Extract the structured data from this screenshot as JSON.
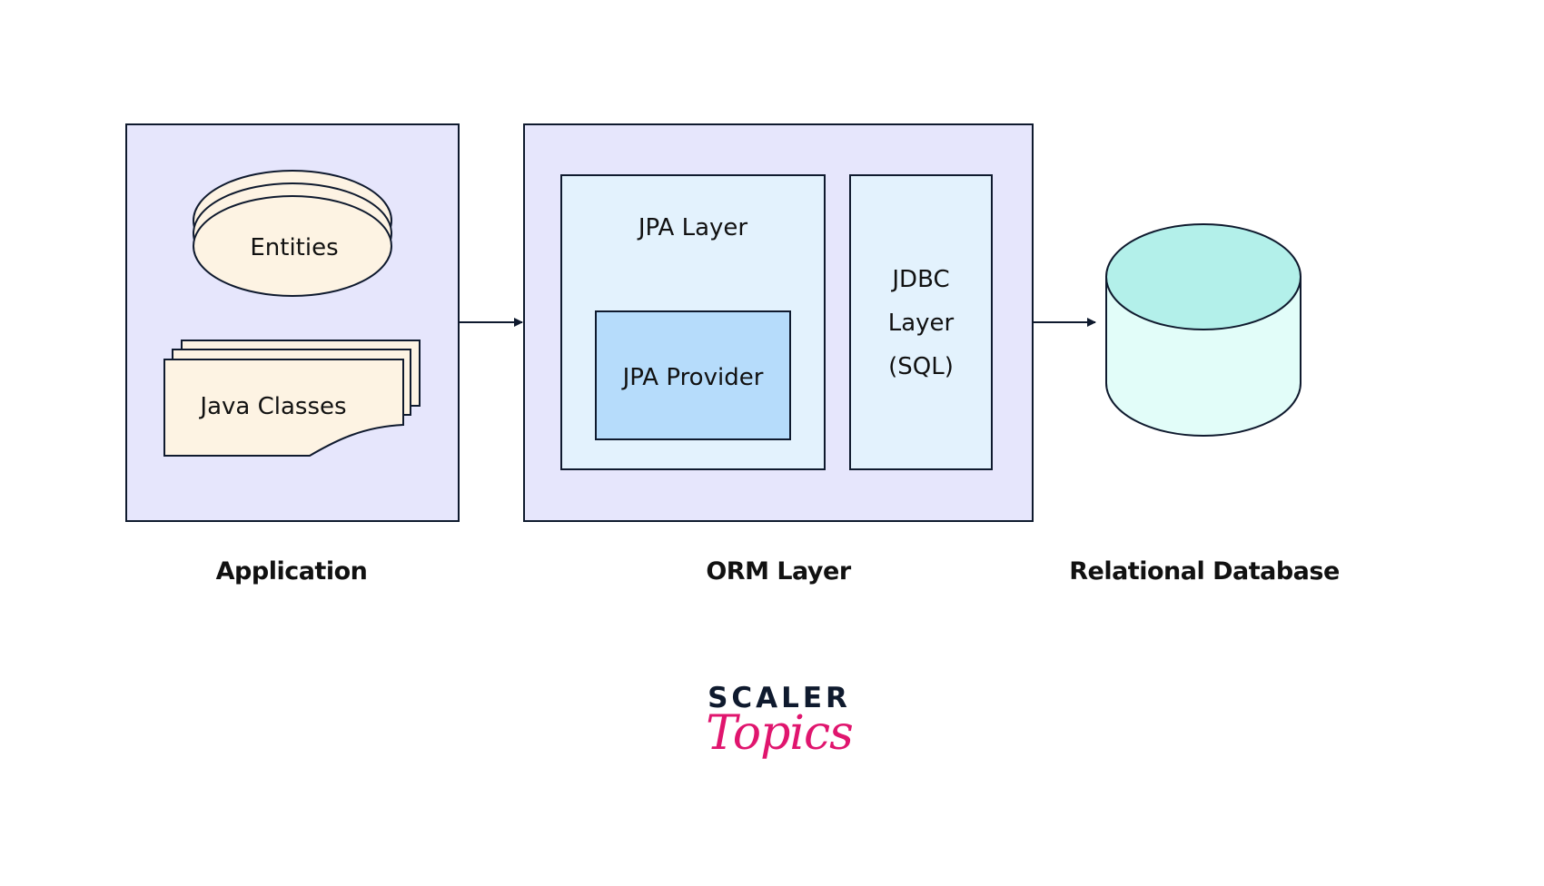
{
  "diagram": {
    "application": {
      "caption": "Application",
      "entities_label": "Entities",
      "java_classes_label": "Java Classes"
    },
    "orm": {
      "caption": "ORM Layer",
      "jpa_layer_label": "JPA Layer",
      "jpa_provider_label": "JPA Provider",
      "jdbc_lines": [
        "JDBC",
        "Layer",
        "(SQL)"
      ]
    },
    "database": {
      "caption": "Relational Database"
    },
    "colors": {
      "outline": "#0f1a2e",
      "container_fill": "#e6e6fc",
      "inner_fill": "#e3f2fd",
      "provider_fill": "#b6dcfb",
      "entity_fill": "#fdf3e3",
      "db_top": "#b3f0ea",
      "db_body": "#e2fdf9"
    }
  },
  "logo": {
    "line1": "SCALER",
    "line2": "Topics"
  }
}
